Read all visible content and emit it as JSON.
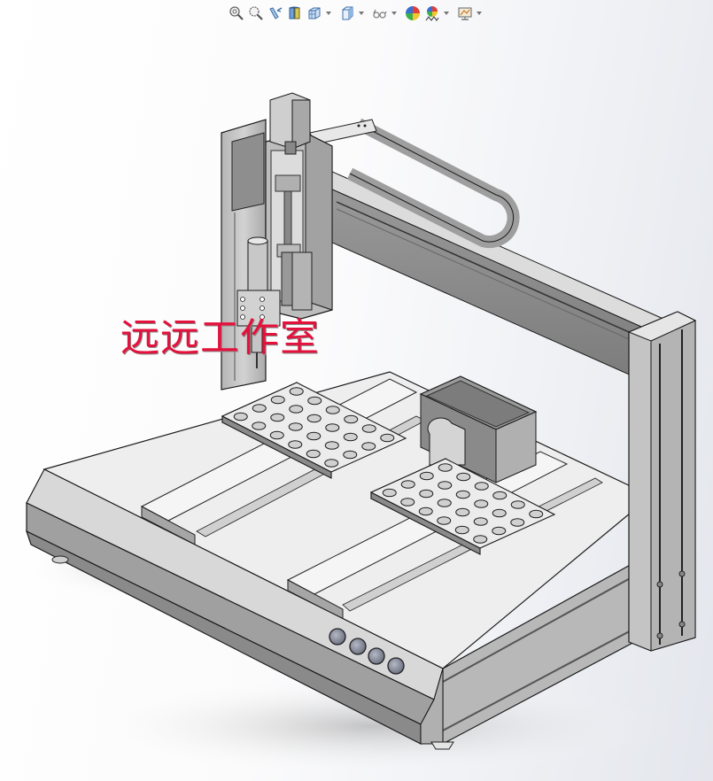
{
  "app": {
    "view_type": "3D model viewport",
    "background": {
      "left": "#ffffff",
      "right": "#e3e6ec"
    }
  },
  "heads_up_toolbar": {
    "items": [
      {
        "id": "zoom-to-fit",
        "icon": "zoom-to-fit-icon",
        "dropdown": false
      },
      {
        "id": "zoom-to-area",
        "icon": "zoom-to-area-icon",
        "dropdown": false
      },
      {
        "id": "previous-view",
        "icon": "previous-view-icon",
        "dropdown": false
      },
      {
        "id": "section-view",
        "icon": "section-view-icon",
        "dropdown": false
      },
      {
        "id": "view-orientation",
        "icon": "view-orientation-icon",
        "dropdown": true
      },
      {
        "id": "display-style",
        "icon": "display-style-icon",
        "dropdown": true
      },
      {
        "id": "hide-show-items",
        "icon": "hide-show-items-icon",
        "dropdown": true
      },
      {
        "id": "edit-appearance",
        "icon": "edit-appearance-icon",
        "dropdown": false
      },
      {
        "id": "apply-scene",
        "icon": "apply-scene-icon",
        "dropdown": true
      },
      {
        "id": "view-settings",
        "icon": "view-settings-icon",
        "dropdown": true
      }
    ],
    "colors": {
      "icon_blue": "#4a86c8",
      "appearance_red": "#e0403a",
      "appearance_green": "#3bb04a",
      "appearance_yellow": "#f2c531",
      "appearance_blue": "#3a6fd0"
    }
  },
  "watermark": {
    "text": "远远工作室",
    "color": "#e3123c"
  },
  "model": {
    "name": "desktop three-axis dispensing robot",
    "components": {
      "gantry_columns": 2,
      "z_axis_motor": 1,
      "cable_chain": 1,
      "dispensing_needle": 1,
      "hopper_box": 1,
      "fixture_plates": [
        {
          "name": "left-fixture-plate",
          "rows": 4,
          "cols": 6
        },
        {
          "name": "right-fixture-plate",
          "rows": 4,
          "cols": 6
        }
      ],
      "front_panel_buttons": 4,
      "feet": 2
    },
    "colors": {
      "steel_light": "#e6e6e6",
      "steel_mid": "#bdbdbd",
      "steel_dark": "#8c8c8c",
      "edge": "#1a1a1a",
      "button": "#8f93a0"
    }
  }
}
